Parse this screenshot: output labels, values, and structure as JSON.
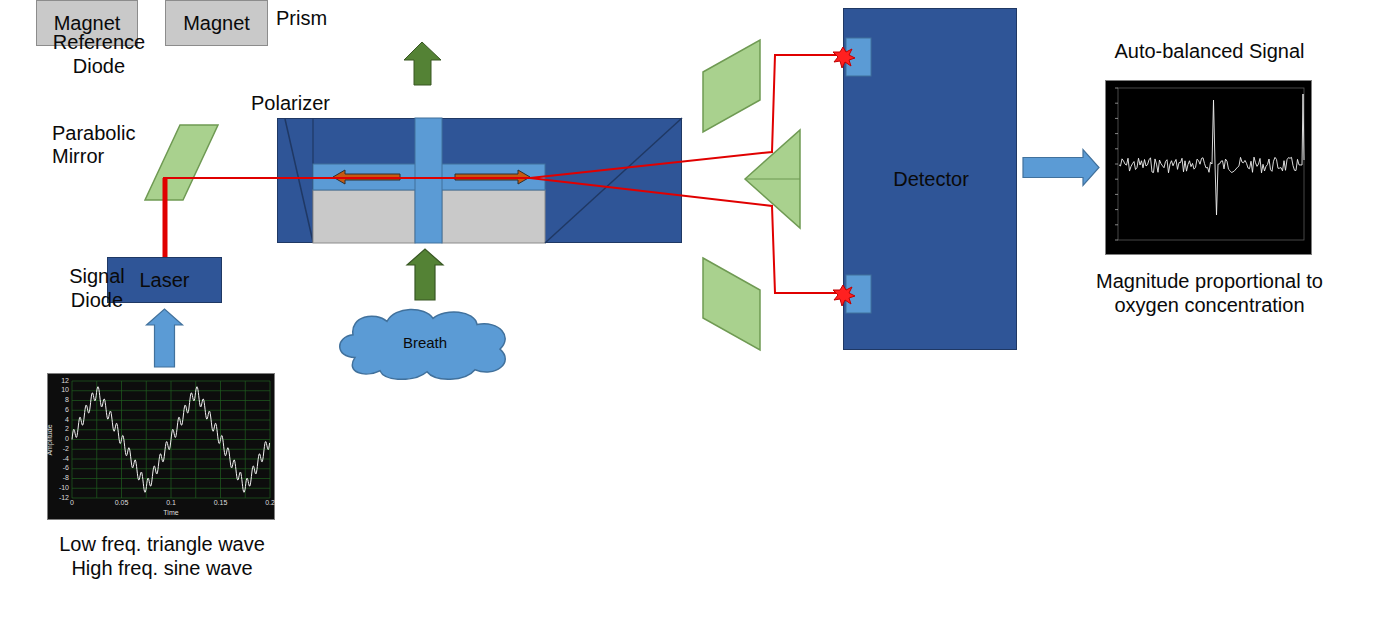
{
  "diagram": {
    "nodes": [
      {
        "text": [
          "Polarizer"
        ]
      },
      {
        "text": [
          "Magnet"
        ],
        "in": 0
      },
      {
        "text": [
          "Magnet"
        ],
        "in": 0
      },
      {
        "text": [
          "Prism"
        ],
        "in": 0
      },
      {
        "text": [
          "Detector"
        ]
      },
      {
        "text": [
          "Reference Diode"
        ],
        "in": 4
      },
      {
        "text": [
          "Signal Diode"
        ],
        "in": 4
      },
      {
        "text": [
          "Auto-balanced Signal",
          "Magnitude proportional to oxygen concentration"
        ]
      },
      {
        "text": [
          "Laser"
        ]
      },
      {
        "text": [
          "Breath"
        ]
      },
      {
        "text": [
          "Low freq. triangle wave High freq. sine wave"
        ]
      }
    ],
    "edges": [
      {
        "from": 10,
        "to": 8,
        "arrow": "to"
      },
      {
        "from": 9,
        "to": 0,
        "arrow": "to"
      },
      {
        "from": 4,
        "to": 7,
        "arrow": "to"
      }
    ],
    "labels": [
      "Parabolic Mirror",
      "12",
      "10",
      "8",
      "6",
      "4",
      "2",
      "0",
      "-2",
      "-4",
      "-6",
      "-8",
      "-10",
      "-12",
      "0",
      "0.05",
      "0.1",
      "0.15",
      "0.2",
      "Amplitude",
      "Time"
    ]
  }
}
